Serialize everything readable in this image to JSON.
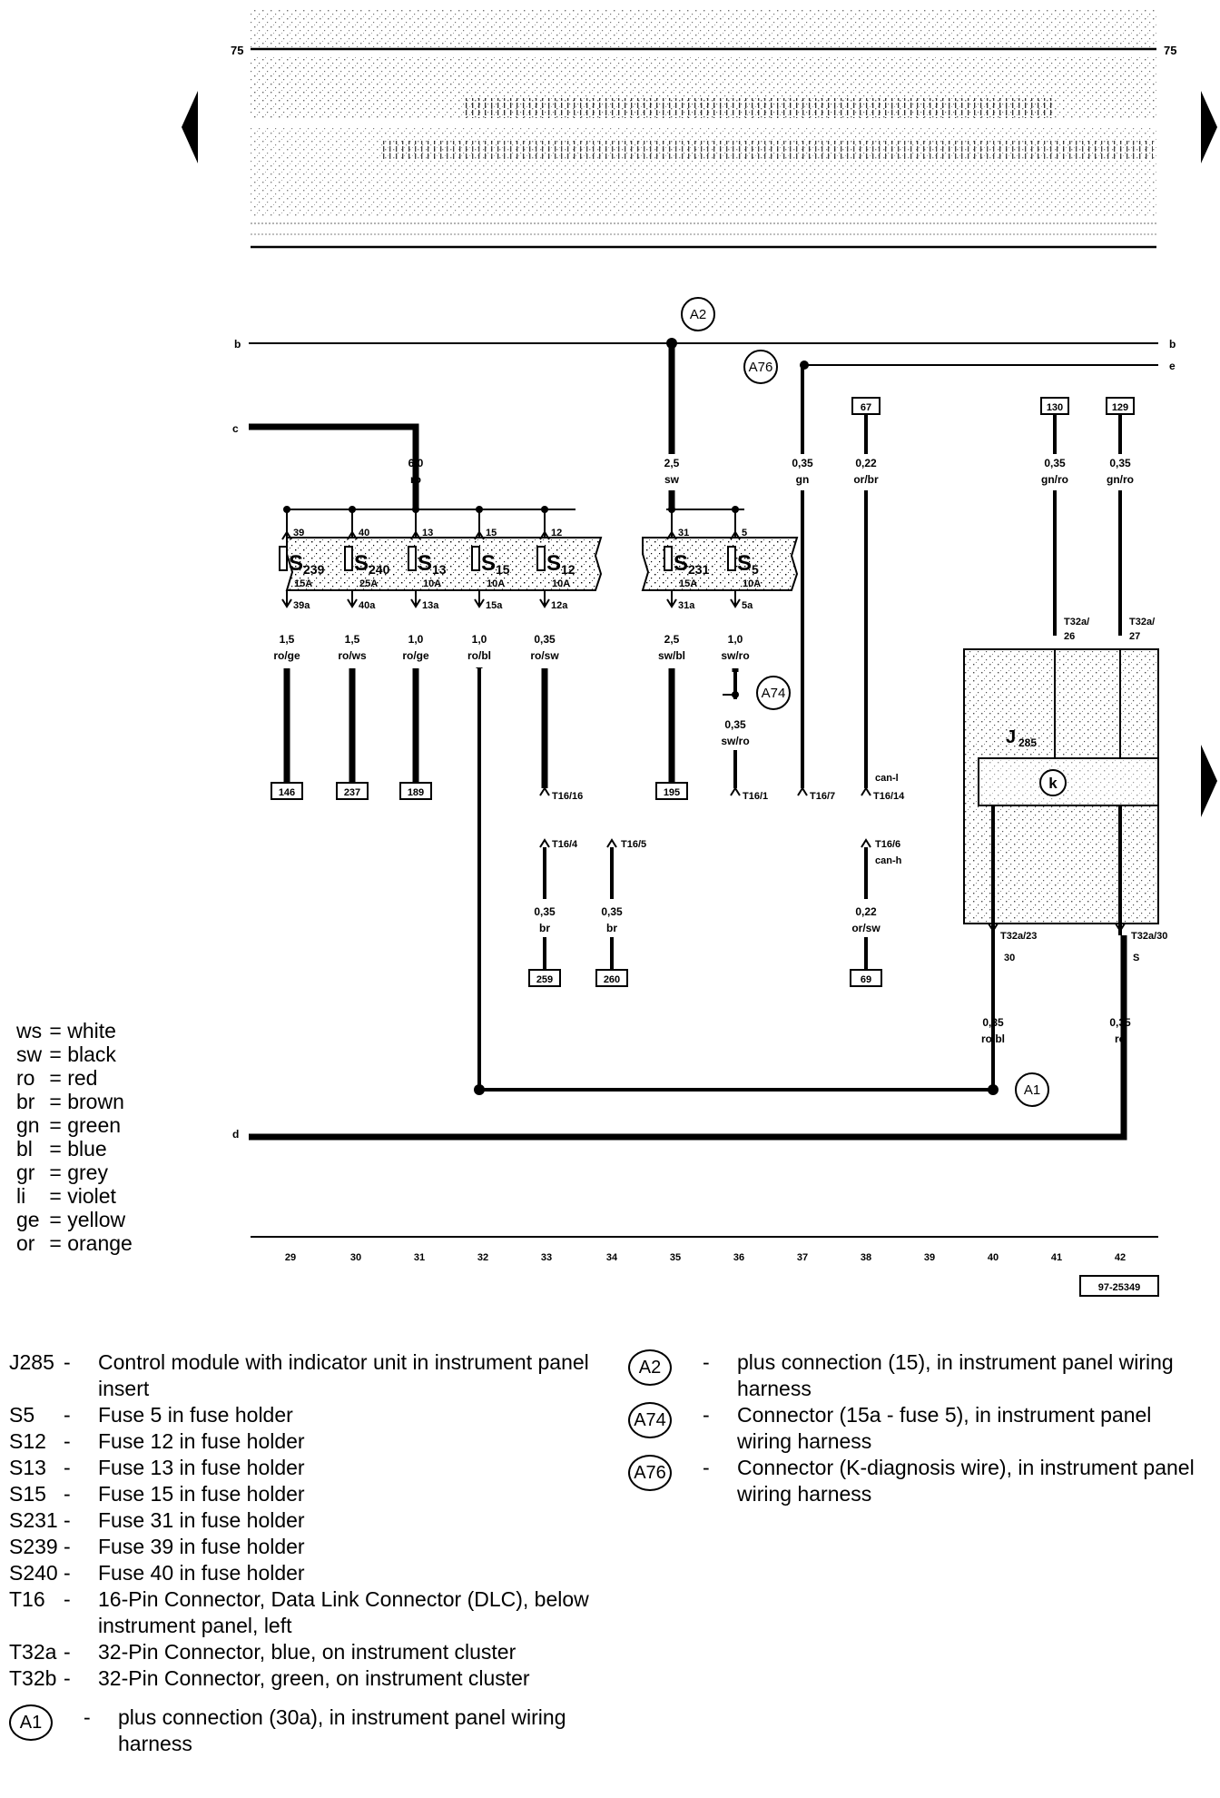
{
  "top_band": {
    "left_number": "75",
    "right_number": "75"
  },
  "diagram_ref": "97-25349",
  "rail_labels": {
    "b_left": "b",
    "b_right": "b",
    "e_right": "e",
    "c": "c",
    "d": "d"
  },
  "circle_labels": {
    "a2": "A2",
    "a76": "A76",
    "a74": "A74",
    "a1": "A1"
  },
  "fuse_group_left": [
    {
      "pin_in": "39",
      "name": "S",
      "sub": "239",
      "amp": "15A",
      "pin_out": "39a",
      "wire_size": "1,5",
      "wire_color": "ro/ge",
      "terminal": "146"
    },
    {
      "pin_in": "40",
      "name": "S",
      "sub": "240",
      "amp": "25A",
      "pin_out": "40a",
      "wire_size": "1,5",
      "wire_color": "ro/ws",
      "terminal": "237"
    },
    {
      "pin_in": "13",
      "name": "S",
      "sub": "13",
      "amp": "10A",
      "pin_out": "13a",
      "wire_size": "1,0",
      "wire_color": "ro/ge",
      "terminal": "189"
    },
    {
      "pin_in": "15",
      "name": "S",
      "sub": "15",
      "amp": "10A",
      "pin_out": "15a",
      "wire_size": "1,0",
      "wire_color": "ro/bl",
      "terminal": ""
    },
    {
      "pin_in": "12",
      "name": "S",
      "sub": "12",
      "amp": "10A",
      "pin_out": "12a",
      "wire_size": "0,35",
      "wire_color": "ro/sw",
      "terminal": ""
    }
  ],
  "fuse_group_right": [
    {
      "pin_in": "31",
      "name": "S",
      "sub": "231",
      "amp": "15A",
      "pin_out": "31a",
      "wire_size": "2,5",
      "wire_color": "sw/bl",
      "terminal": "195"
    },
    {
      "pin_in": "5",
      "name": "S",
      "sub": "5",
      "amp": "10A",
      "pin_out": "5a",
      "wire_size": "1,0",
      "wire_color": "sw/ro",
      "terminal": ""
    }
  ],
  "wires": {
    "c_feed": {
      "size": "6,0",
      "color": "ro"
    },
    "a2_drop": {
      "size": "2,5",
      "color": "sw"
    },
    "col37": {
      "size": "0,35",
      "color": "gn"
    },
    "col38": {
      "size": "0,22",
      "color": "or/br",
      "terminal": "67"
    },
    "col36_lower": {
      "size": "0,35",
      "color": "sw/ro"
    },
    "col41": {
      "size": "0,35",
      "color": "gn/ro",
      "terminal": "130"
    },
    "col42": {
      "size": "0,35",
      "color": "gn/ro",
      "terminal": "129"
    },
    "t16_4": {
      "size": "0,35",
      "color": "br",
      "terminal": "259"
    },
    "t16_5": {
      "size": "0,35",
      "color": "br",
      "terminal": "260"
    },
    "t16_6": {
      "size": "0,22",
      "color": "or/sw",
      "terminal": "69"
    },
    "j285_30": {
      "size": "0,35",
      "color": "ro/bl"
    },
    "j285_s": {
      "size": "0,35",
      "color": "ro"
    }
  },
  "connectors": {
    "t16_16": "T16/16",
    "t16_1": "T16/1",
    "t16_7": "T16/7",
    "t16_14": "T16/14",
    "can_l": "can-l",
    "t16_4": "T16/4",
    "t16_5": "T16/5",
    "t16_6": "T16/6",
    "can_h": "can-h",
    "t32a_26_top": "T32a/",
    "t32a_26_bot": "26",
    "t32a_27_top": "T32a/",
    "t32a_27_bot": "27",
    "t32a_23": "T32a/23",
    "t32a_30": "T32a/30",
    "pin30": "30",
    "pin_s": "S"
  },
  "module": {
    "name": "J",
    "sub": "285",
    "symbol": "k"
  },
  "grid_numbers": [
    "29",
    "30",
    "31",
    "32",
    "33",
    "34",
    "35",
    "36",
    "37",
    "38",
    "39",
    "40",
    "41",
    "42"
  ],
  "color_key": [
    {
      "abbr": "ws",
      "name": "white"
    },
    {
      "abbr": "sw",
      "name": "black"
    },
    {
      "abbr": "ro",
      "name": "red"
    },
    {
      "abbr": "br",
      "name": "brown"
    },
    {
      "abbr": "gn",
      "name": "green"
    },
    {
      "abbr": "bl",
      "name": "blue"
    },
    {
      "abbr": "gr",
      "name": "grey"
    },
    {
      "abbr": "li",
      "name": "violet"
    },
    {
      "abbr": "ge",
      "name": "yellow"
    },
    {
      "abbr": "or",
      "name": "orange"
    }
  ],
  "legend_left": [
    {
      "code": "J285",
      "desc": "Control module with indicator unit in instrument panel insert"
    },
    {
      "code": "S5",
      "desc": "Fuse 5 in fuse holder"
    },
    {
      "code": "S12",
      "desc": "Fuse 12 in fuse holder"
    },
    {
      "code": "S13",
      "desc": "Fuse 13 in fuse holder"
    },
    {
      "code": "S15",
      "desc": "Fuse 15 in fuse holder"
    },
    {
      "code": "S231",
      "desc": "Fuse 31 in fuse holder"
    },
    {
      "code": "S239",
      "desc": "Fuse 39 in fuse holder"
    },
    {
      "code": "S240",
      "desc": "Fuse 40 in fuse holder"
    },
    {
      "code": "T16",
      "desc": "16-Pin Connector, Data Link Connector (DLC), below instrument panel, left"
    },
    {
      "code": "T32a",
      "desc": "32-Pin Connector, blue, on instrument cluster"
    },
    {
      "code": "T32b",
      "desc": "32-Pin Connector, green, on instrument cluster"
    }
  ],
  "legend_left_circle": {
    "code": "A1",
    "desc": "plus connection (30a), in instrument panel wiring harness"
  },
  "legend_right": [
    {
      "code": "A2",
      "desc": "plus connection (15), in instrument panel wiring harness"
    },
    {
      "code": "A74",
      "desc": "Connector (15a - fuse 5), in instrument panel wiring harness"
    },
    {
      "code": "A76",
      "desc": "Connector (K-diagnosis wire), in instrument panel wiring harness"
    }
  ]
}
